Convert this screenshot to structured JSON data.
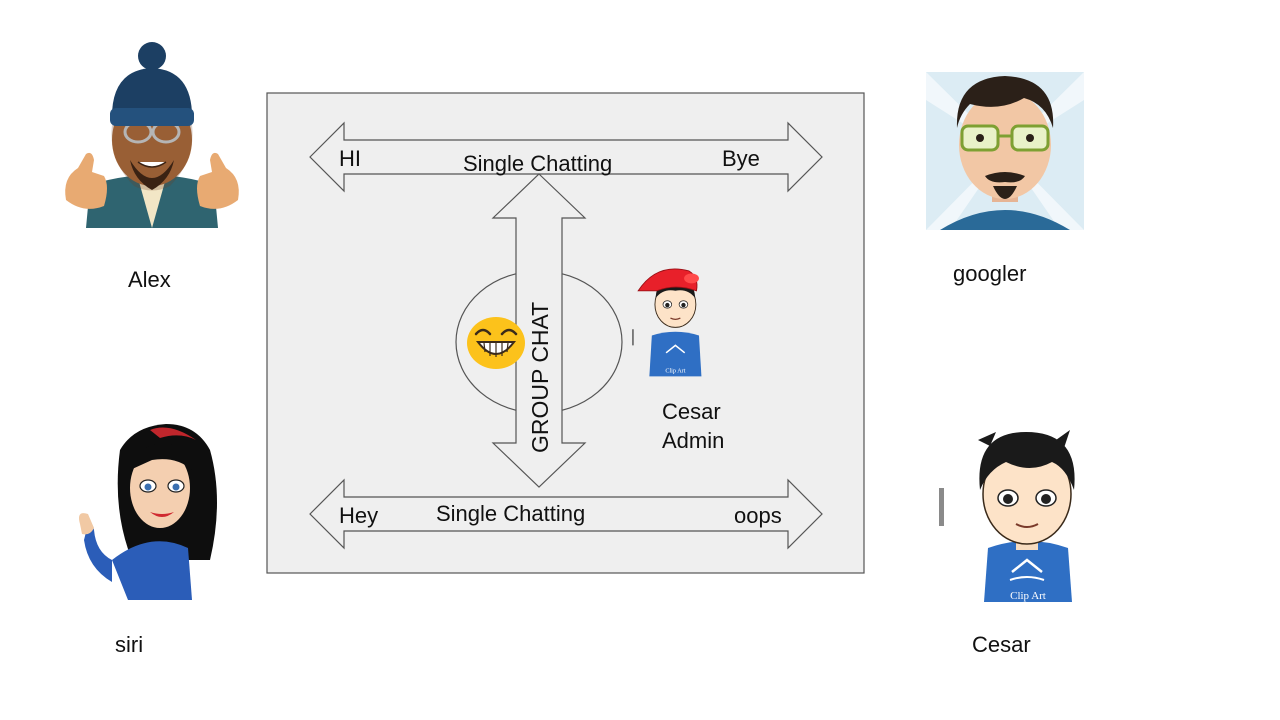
{
  "people": {
    "top_left": {
      "name": "Alex"
    },
    "top_right": {
      "name": "googler"
    },
    "bottom_left": {
      "name": "siri"
    },
    "bottom_right": {
      "name": "Cesar"
    },
    "admin": {
      "name": "Cesar",
      "role": "Admin"
    }
  },
  "top_arrow": {
    "left_text": "HI",
    "center_text": "Single Chatting",
    "right_text": "Bye"
  },
  "bottom_arrow": {
    "left_text": "Hey",
    "center_text": "Single Chatting",
    "right_text": "oops"
  },
  "group": {
    "label": "GROUP CHAT",
    "emoji": "grinning-face-icon"
  },
  "colors": {
    "panel": "#efefef",
    "stroke": "#555555",
    "emoji_yellow": "#fcc21b"
  },
  "clip_art_text": "Clip Art"
}
